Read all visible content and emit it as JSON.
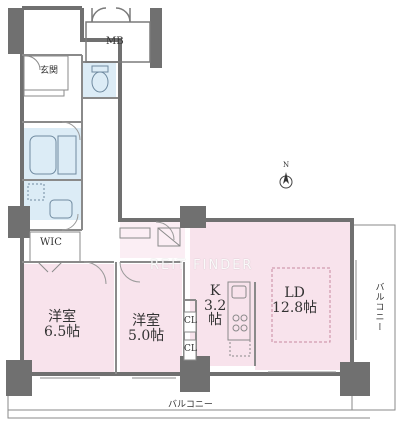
{
  "rooms": {
    "mb": "MB",
    "entrance": "玄関",
    "wic": "WIC",
    "western1": {
      "name": "洋室",
      "size": "6.5帖"
    },
    "western2": {
      "name": "洋室",
      "size": "5.0帖"
    },
    "kitchen": {
      "name": "K",
      "size": "3.2",
      "unit": "帖"
    },
    "ld": {
      "name": "LD",
      "size": "12.8帖"
    },
    "cl": "CL"
  },
  "balcony": {
    "bottom": "バルコニー",
    "right": "バルコニー"
  },
  "compass": {
    "north": "N"
  },
  "watermark": {
    "text": "REIT FINDER"
  },
  "colors": {
    "room_pink": "#f8e3ec",
    "wet_blue": "#dcecf6",
    "wall": "#6d6d6d",
    "line": "#7a7a7a"
  }
}
